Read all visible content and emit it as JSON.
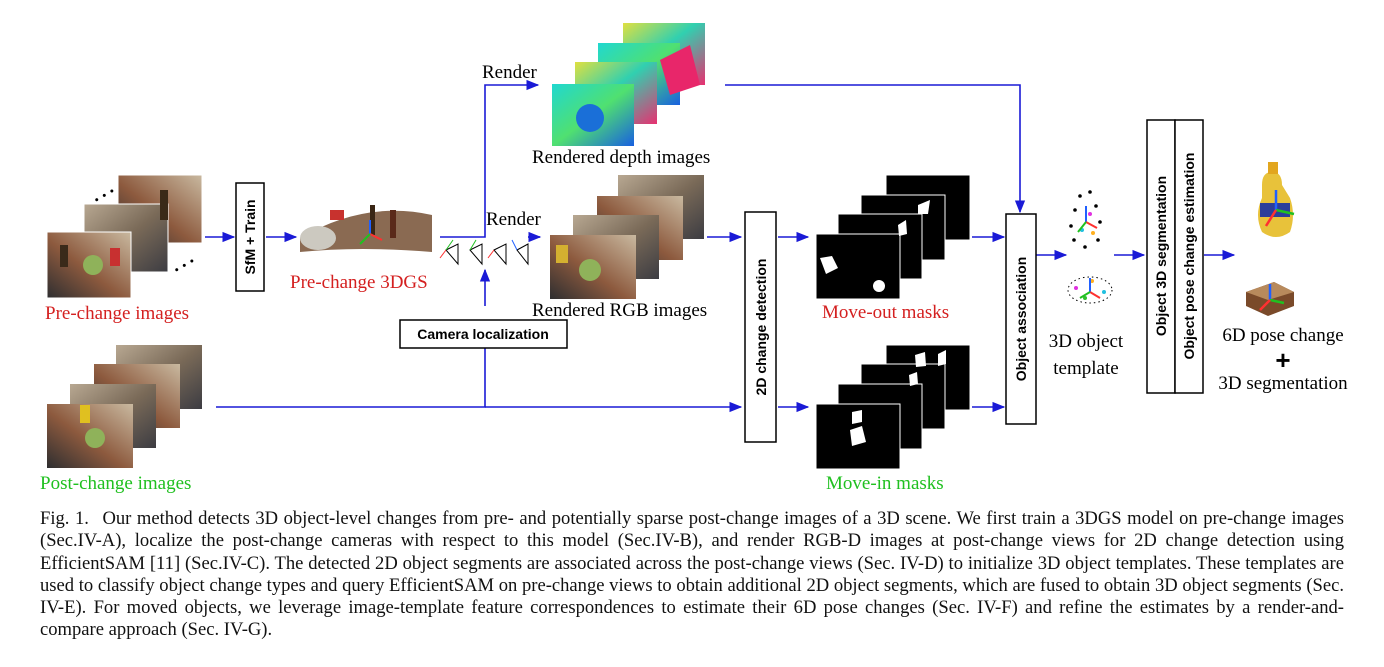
{
  "figure": {
    "labels": {
      "pre_change_images": "Pre-change images",
      "post_change_images": "Post-change images",
      "pre_change_3dgs": "Pre-change 3DGS",
      "render_top": "Render",
      "render_mid": "Render",
      "rendered_depth": "Rendered depth images",
      "rendered_rgb": "Rendered RGB images",
      "camera_localization": "Camera localization",
      "sfm_train": "SfM + Train",
      "change_detection": "2D change detection",
      "move_out_masks": "Move-out masks",
      "move_in_masks": "Move-in masks",
      "object_association": "Object association",
      "object_template_line1": "3D object",
      "object_template_line2": "template",
      "object_3d_segmentation": "Object 3D segmentation",
      "object_pose_estimation": "Object pose change estimation",
      "pose_change": "6D pose change",
      "plus": "+",
      "segmentation_3d": "3D segmentation",
      "dots": "…"
    },
    "colors": {
      "arrow": "#1a1ad6",
      "pre_label": "#d42020",
      "post_label": "#20c020",
      "move_out_label": "#d42020",
      "move_in_label": "#20c020"
    }
  },
  "caption": {
    "fig_number": "Fig. 1.",
    "text": "Our method detects 3D object-level changes from pre- and potentially sparse post-change images of a 3D scene. We first train a 3DGS model on pre-change images (Sec.IV-A), localize the post-change cameras with respect to this model (Sec.IV-B), and render RGB-D images at post-change views for 2D change detection using EfficientSAM [11] (Sec.IV-C). The detected 2D object segments are associated across the post-change views (Sec. IV-D) to initialize 3D object templates. These templates are used to classify object change types and query EfficientSAM on pre-change views to obtain additional 2D object segments, which are fused to obtain 3D object segments (Sec. IV-E). For moved objects, we leverage image-template feature correspondences to estimate their 6D pose changes (Sec. IV-F) and refine the estimates by a render-and-compare approach (Sec. IV-G)."
  }
}
